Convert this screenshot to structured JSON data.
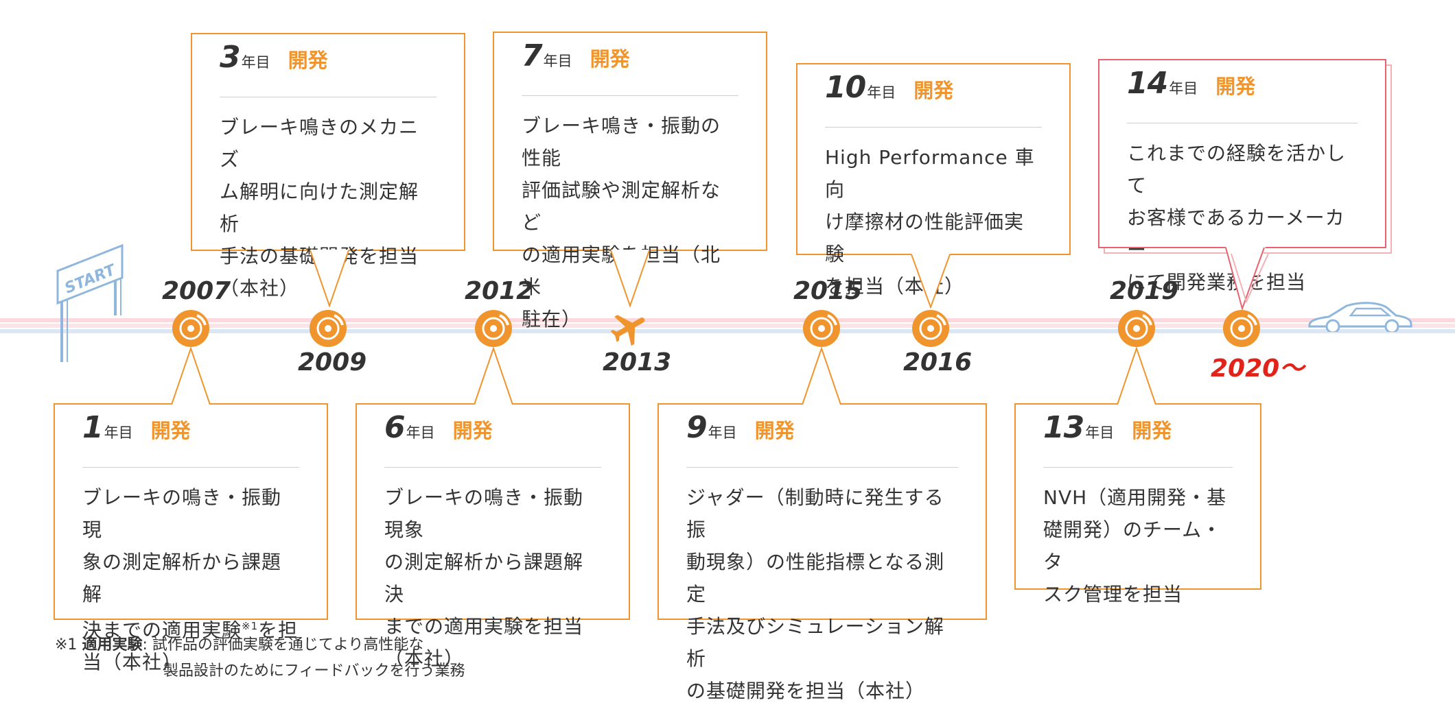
{
  "start_label": "START",
  "years": {
    "y2007": "2007",
    "y2009": "2009",
    "y2012": "2012",
    "y2013": "2013",
    "y2015": "2015",
    "y2016": "2016",
    "y2019": "2019",
    "y2020": "2020～"
  },
  "common": {
    "nen_me": "年目",
    "kaihatsu": "開発"
  },
  "cards": {
    "c1": {
      "num": "1",
      "lines": [
        "ブレーキの鳴き・振動現",
        "象の測定解析から課題解",
        "決までの適用実験",
        "当（本社）"
      ],
      "sup": "※1",
      "after_sup": "を担"
    },
    "c3": {
      "num": "3",
      "lines": [
        "ブレーキ鳴きのメカニズ",
        "ム解明に向けた測定解析",
        "手法の基礎開発を担当",
        "（本社）"
      ]
    },
    "c6": {
      "num": "6",
      "lines": [
        "ブレーキの鳴き・振動現象",
        "の測定解析から課題解決",
        "までの適用実験を担当",
        "（本社）"
      ]
    },
    "c7": {
      "num": "7",
      "lines": [
        "ブレーキ鳴き・振動の性能",
        "評価試験や測定解析など",
        "の適用実験を担当（北米",
        "駐在）"
      ]
    },
    "c9": {
      "num": "9",
      "lines": [
        "ジャダー（制動時に発生する振",
        "動現象）の性能指標となる測定",
        "手法及びシミュレーション解析",
        "の基礎開発を担当（本社）"
      ]
    },
    "c10": {
      "num": "10",
      "lines": [
        "High Performance 車向",
        "け摩擦材の性能評価実験",
        "を担当（本社）"
      ]
    },
    "c13": {
      "num": "13",
      "lines": [
        "NVH（適用開発・基",
        "礎開発）のチーム・タ",
        "スク管理を担当"
      ]
    },
    "c14": {
      "num": "14",
      "lines": [
        "これまでの経験を活かして",
        "お客様であるカーメーカー",
        "にて開発業務を担当"
      ]
    }
  },
  "footnote": {
    "mark": "※1",
    "term": "適用実験",
    "colon": ":",
    "line1": "試作品の評価実験を通じてより高性能な",
    "line2": "製品設計のためにフィードバックを行う業務"
  },
  "colors": {
    "accent": "#f0952e",
    "pink": "#e86270",
    "red": "#e2231a",
    "blue": "#a9c7e6"
  }
}
